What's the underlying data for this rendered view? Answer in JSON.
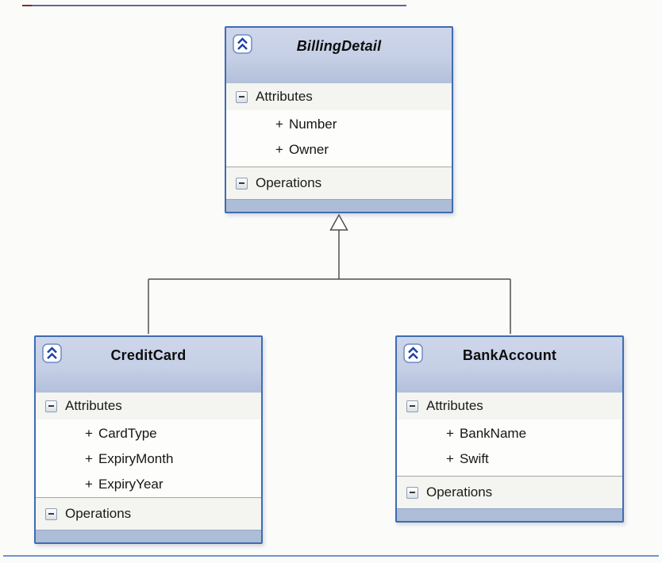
{
  "diagram": {
    "type": "uml-class-diagram",
    "colors": {
      "box_border": "#3f6cb1",
      "header_fill": "#c5cfe5",
      "footer_fill": "#aebdd7",
      "section_fill": "#f4f4f0",
      "connector_stroke": "#4f4f4f",
      "icon_blue": "#1d3fa8"
    },
    "relationship": "inheritance",
    "classes": [
      {
        "name": "BillingDetail",
        "abstract": true,
        "attributes_label": "Attributes",
        "operations_label": "Operations",
        "attributes": [
          {
            "visibility": "+",
            "name": "Number"
          },
          {
            "visibility": "+",
            "name": "Owner"
          }
        ],
        "operations": []
      },
      {
        "name": "CreditCard",
        "abstract": false,
        "attributes_label": "Attributes",
        "operations_label": "Operations",
        "attributes": [
          {
            "visibility": "+",
            "name": "CardType"
          },
          {
            "visibility": "+",
            "name": "ExpiryMonth"
          },
          {
            "visibility": "+",
            "name": "ExpiryYear"
          }
        ],
        "operations": []
      },
      {
        "name": "BankAccount",
        "abstract": false,
        "attributes_label": "Attributes",
        "operations_label": "Operations",
        "attributes": [
          {
            "visibility": "+",
            "name": "BankName"
          },
          {
            "visibility": "+",
            "name": "Swift"
          }
        ],
        "operations": []
      }
    ]
  }
}
